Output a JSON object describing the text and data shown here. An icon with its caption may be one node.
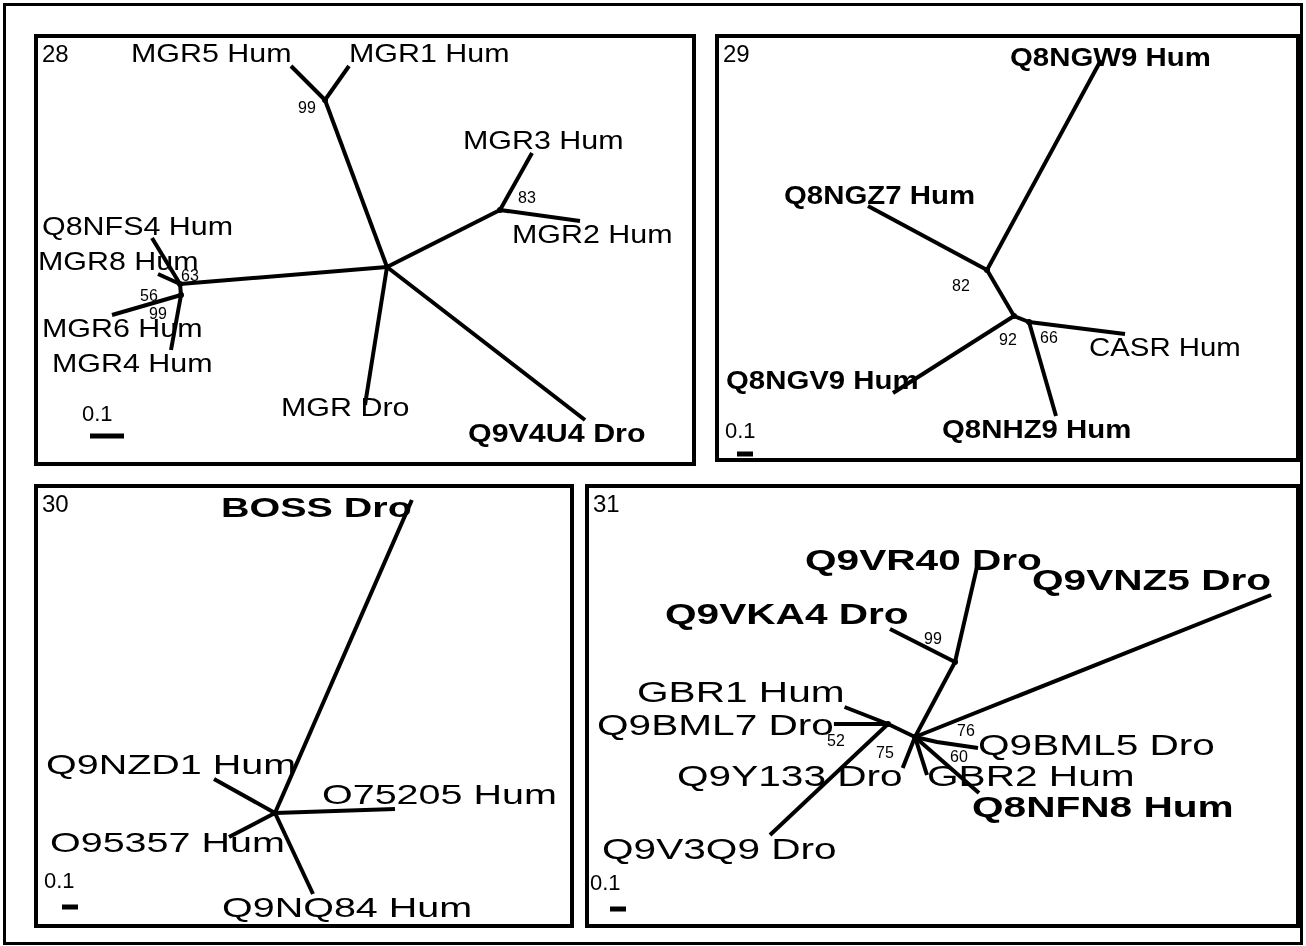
{
  "diagram": {
    "nodes": [
      {
        "text": [
          "28"
        ]
      },
      {
        "text": [
          "MGR5 Hum"
        ],
        "in": 0
      },
      {
        "text": [
          "MGR1 Hum"
        ],
        "in": 0
      },
      {
        "text": [
          "MGR3 Hum"
        ],
        "in": 0
      },
      {
        "text": [
          "MGR2 Hum"
        ],
        "in": 0
      },
      {
        "text": [
          "Q8NFS4 Hum"
        ],
        "in": 0
      },
      {
        "text": [
          "MGR8 Hum"
        ],
        "in": 0
      },
      {
        "text": [
          "MGR6 Hum"
        ],
        "in": 0
      },
      {
        "text": [
          "MGR4 Hum"
        ],
        "in": 0
      },
      {
        "text": [
          "MGR Dro"
        ],
        "in": 0
      },
      {
        "text": [
          "Q9V4U4 Dro"
        ],
        "in": 0
      },
      {
        "text": [],
        "shape": "dot",
        "in": 0
      },
      {
        "text": [],
        "shape": "dot",
        "in": 0
      },
      {
        "text": [],
        "shape": "dot",
        "in": 0
      },
      {
        "text": [],
        "shape": "dot",
        "in": 0
      },
      {
        "text": [],
        "shape": "dot",
        "in": 0
      },
      {
        "text": [
          "29"
        ]
      },
      {
        "text": [
          "Q8NGW9 Hum"
        ],
        "in": 16
      },
      {
        "text": [
          "Q8NGZ7 Hum"
        ],
        "in": 16
      },
      {
        "text": [
          "CASR Hum"
        ],
        "in": 16
      },
      {
        "text": [
          "Q8NGV9 Hum"
        ],
        "in": 16
      },
      {
        "text": [
          "Q8NHZ9 Hum"
        ],
        "in": 16
      },
      {
        "text": [],
        "shape": "dot",
        "in": 16
      },
      {
        "text": [],
        "shape": "dot",
        "in": 16
      },
      {
        "text": [],
        "shape": "dot",
        "in": 16
      },
      {
        "text": [
          "30"
        ]
      },
      {
        "text": [
          "BOSS Dro"
        ],
        "in": 25
      },
      {
        "text": [
          "Q9NZD1 Hum"
        ],
        "in": 25
      },
      {
        "text": [
          "O75205 Hum"
        ],
        "in": 25
      },
      {
        "text": [
          "O95357 Hum"
        ],
        "in": 25
      },
      {
        "text": [
          "Q9NQ84 Hum"
        ],
        "in": 25
      },
      {
        "text": [],
        "shape": "dot",
        "in": 25
      },
      {
        "text": [
          "31"
        ]
      },
      {
        "text": [
          "Q9VR40 Dro"
        ],
        "in": 32
      },
      {
        "text": [
          "Q9VNZ5 Dro"
        ],
        "in": 32
      },
      {
        "text": [
          "Q9VKA4 Dro"
        ],
        "in": 32
      },
      {
        "text": [
          "GBR1 Hum"
        ],
        "in": 32
      },
      {
        "text": [
          "Q9BML7 Dro"
        ],
        "in": 32
      },
      {
        "text": [
          "Q9BML5 Dro"
        ],
        "in": 32
      },
      {
        "text": [
          "Q9Y133 Dro"
        ],
        "in": 32
      },
      {
        "text": [
          "GBR2 Hum"
        ],
        "in": 32
      },
      {
        "text": [
          "Q8NFN8 Hum"
        ],
        "in": 32
      },
      {
        "text": [
          "Q9V3Q9 Dro"
        ],
        "in": 32
      },
      {
        "text": [],
        "shape": "dot",
        "in": 32
      },
      {
        "text": [],
        "shape": "dot",
        "in": 32
      },
      {
        "text": [],
        "shape": "dot",
        "in": 32
      }
    ],
    "edges": [
      {
        "from": 11,
        "to": 12,
        "arrow": "none"
      },
      {
        "from": 12,
        "to": 1,
        "arrow": "none"
      },
      {
        "from": 12,
        "to": 2,
        "arrow": "none"
      },
      {
        "from": 11,
        "to": 13,
        "arrow": "none"
      },
      {
        "from": 13,
        "to": 3,
        "arrow": "none"
      },
      {
        "from": 13,
        "to": 4,
        "arrow": "none"
      },
      {
        "from": 11,
        "to": 9,
        "arrow": "none"
      },
      {
        "from": 11,
        "to": 10,
        "arrow": "none"
      },
      {
        "from": 11,
        "to": 14,
        "arrow": "none"
      },
      {
        "from": 14,
        "to": 5,
        "arrow": "none"
      },
      {
        "from": 14,
        "to": 6,
        "arrow": "none"
      },
      {
        "from": 14,
        "to": 15,
        "arrow": "none"
      },
      {
        "from": 15,
        "to": 7,
        "arrow": "none"
      },
      {
        "from": 15,
        "to": 8,
        "arrow": "none"
      },
      {
        "from": 22,
        "to": 17,
        "arrow": "none"
      },
      {
        "from": 22,
        "to": 18,
        "arrow": "none"
      },
      {
        "from": 22,
        "to": 23,
        "arrow": "none"
      },
      {
        "from": 23,
        "to": 20,
        "arrow": "none"
      },
      {
        "from": 23,
        "to": 24,
        "arrow": "none"
      },
      {
        "from": 24,
        "to": 19,
        "arrow": "none"
      },
      {
        "from": 24,
        "to": 21,
        "arrow": "none"
      },
      {
        "from": 31,
        "to": 26,
        "arrow": "none"
      },
      {
        "from": 31,
        "to": 27,
        "arrow": "none"
      },
      {
        "from": 31,
        "to": 28,
        "arrow": "none"
      },
      {
        "from": 31,
        "to": 29,
        "arrow": "none"
      },
      {
        "from": 31,
        "to": 30,
        "arrow": "none"
      },
      {
        "from": 43,
        "to": 44,
        "arrow": "none"
      },
      {
        "from": 44,
        "to": 33,
        "arrow": "none"
      },
      {
        "from": 44,
        "to": 35,
        "arrow": "none"
      },
      {
        "from": 43,
        "to": 34,
        "arrow": "none"
      },
      {
        "from": 43,
        "to": 45,
        "arrow": "none"
      },
      {
        "from": 45,
        "to": 36,
        "arrow": "none"
      },
      {
        "from": 45,
        "to": 37,
        "arrow": "none"
      },
      {
        "from": 45,
        "to": 42,
        "arrow": "none"
      },
      {
        "from": 43,
        "to": 39,
        "arrow": "none"
      },
      {
        "from": 43,
        "to": 40,
        "arrow": "none"
      },
      {
        "from": 43,
        "to": 38,
        "arrow": "none"
      },
      {
        "from": 43,
        "to": 41,
        "arrow": "none"
      }
    ],
    "labels": [
      "99",
      "83",
      "63",
      "56",
      "99",
      "0.1",
      "82",
      "92",
      "66",
      "0.1",
      "0.1",
      "99",
      "76",
      "52",
      "75",
      "60",
      "0.1"
    ]
  }
}
